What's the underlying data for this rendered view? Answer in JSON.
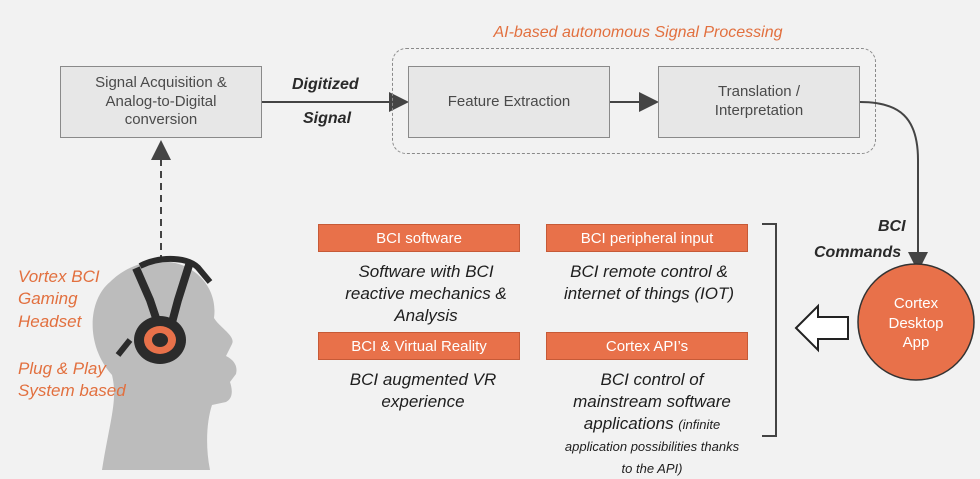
{
  "group_title": "AI-based autonomous Signal Processing",
  "boxes": {
    "acquisition": "Signal Acquisition & Analog-to-Digital conversion",
    "feature": "Feature Extraction",
    "translation": "Translation / Interpretation"
  },
  "edge_labels": {
    "digitized_line1": "Digitized",
    "digitized_line2": "Signal",
    "commands_line1": "BCI",
    "commands_line2": "Commands"
  },
  "headset": {
    "line1": "Vortex BCI",
    "line2": "Gaming",
    "line3": "Headset",
    "line4": "Plug & Play",
    "line5": "System based"
  },
  "app": {
    "line1": "Cortex",
    "line2": "Desktop",
    "line3": "App"
  },
  "applications": [
    {
      "label": "BCI software",
      "desc": "Software with BCI reactive mechanics & Analysis"
    },
    {
      "label": "BCI peripheral input",
      "desc": "BCI remote control & internet of things (IOT)"
    },
    {
      "label": "BCI & Virtual Reality",
      "desc": "BCI augmented VR experience"
    },
    {
      "label": "Cortex API’s",
      "desc": "BCI control of mainstream software applications",
      "note": "(infinite application possibilities thanks to the API)"
    }
  ],
  "colors": {
    "accent": "#e8714a",
    "box_fill": "#e7e7e7",
    "background": "#f2f2f2"
  }
}
